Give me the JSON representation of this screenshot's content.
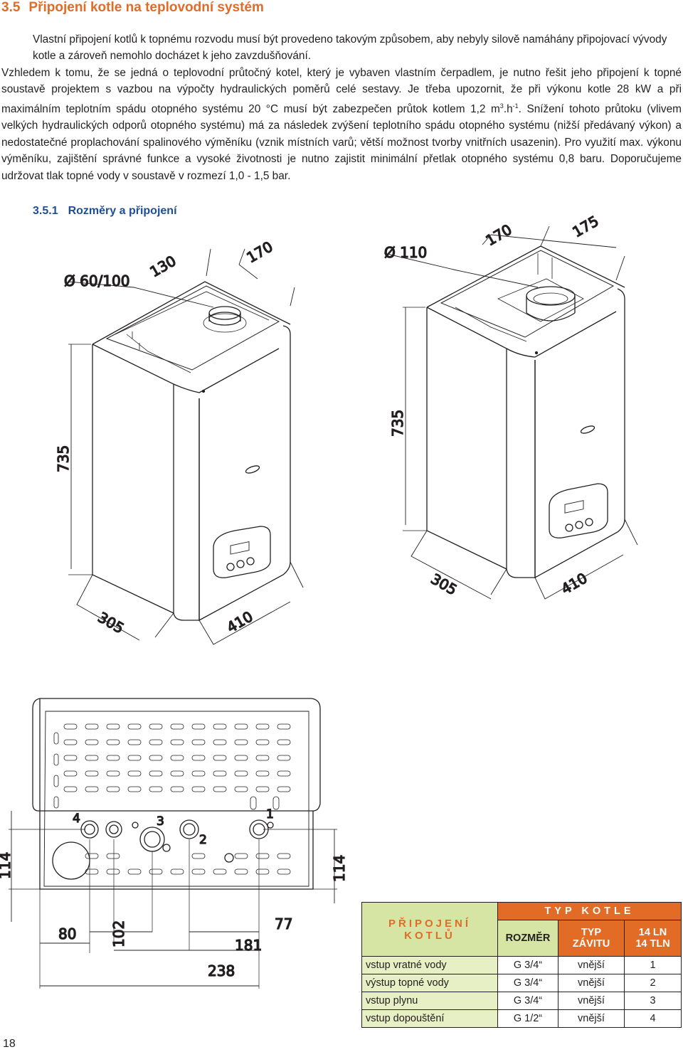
{
  "section": {
    "number": "3.5",
    "title": "Připojení kotle na teplovodní systém"
  },
  "paragraphs": {
    "p1": "Vlastní připojení kotlů k topnému rozvodu musí být provedeno takovým způsobem, aby nebyly silově namáhány připojovací vývody kotle a zároveň nemohlo docházet k jeho zavzdušňování.",
    "p2a": "Vzhledem k tomu, že se jedná o teplovodní průtočný kotel, který je vybaven vlastním čerpadlem, je nutno řešit jeho připojení k topné soustavě projektem s vazbou na výpočty hydraulických poměrů celé sestavy. Je třeba upozornit, že při výkonu kotle 28 kW a při maximálním teplotním spádu otopného systému 20 °C musí být zabezpečen průtok kotlem 1,2 m",
    "p2sup1": "3",
    "p2mid": ".h",
    "p2sup2": "-1",
    "p2b": ". Snížení tohoto průtoku (vlivem velkých hydraulických odporů otopného systému) má za následek zvýšení teplotního spádu otopného systému (nižší předávaný výkon) a nedostatečné proplachování spalinového výměníku (vznik místních varů; větší možnost tvorby vnitřních usazenin). Pro využití max. výkonu výměníku, zajištění správné funkce a vysoké životnosti je nutno zajistit minimální přetlak otopného systému 0,8 baru. Doporučujeme udržovat tlak topné vody v soustavě v rozmezí 1,0 - 1,5 bar."
  },
  "subsection": {
    "number": "3.5.1",
    "title": "Rozměry a připojení"
  },
  "dimensions": {
    "left": {
      "flue": "Ø 60/100",
      "d130": "130",
      "d170": "170",
      "height": "735",
      "width": "305",
      "depth": "410"
    },
    "right": {
      "flue": "Ø 110",
      "d170": "170",
      "d175": "175",
      "height": "735",
      "width": "305",
      "depth": "410"
    },
    "bottom": {
      "c1": "1",
      "c2": "2",
      "c3": "3",
      "c4": "4",
      "h_left": "114",
      "h_right": "114",
      "d80": "80",
      "d102": "102",
      "d77": "77",
      "d181": "181",
      "d238": "238"
    }
  },
  "table": {
    "typ_kotle": "TYP KOTLE",
    "pripojeni": "PŘIPOJENÍ KOTLŮ",
    "rozmer": "ROZMĚR",
    "typ_zavitu_1": "TYP",
    "typ_zavitu_2": "ZÁVITU",
    "model_1": "14 LN",
    "model_2": "14 TLN",
    "rows": [
      {
        "name": "vstup vratné vody",
        "size": "G 3/4“",
        "thread": "vnější",
        "pos": "1"
      },
      {
        "name": "výstup topné vody",
        "size": "G 3/4“",
        "thread": "vnější",
        "pos": "2"
      },
      {
        "name": "vstup plynu",
        "size": "G 3/4“",
        "thread": "vnější",
        "pos": "3"
      },
      {
        "name": "vstup dopouštění",
        "size": "G 1/2“",
        "thread": "vnější",
        "pos": "4"
      }
    ]
  },
  "page_number": "18",
  "colors": {
    "heading": "#e26b26",
    "subheading": "#1f4e93",
    "table_header": "#e26b26",
    "table_label": "#d7e5a4"
  }
}
